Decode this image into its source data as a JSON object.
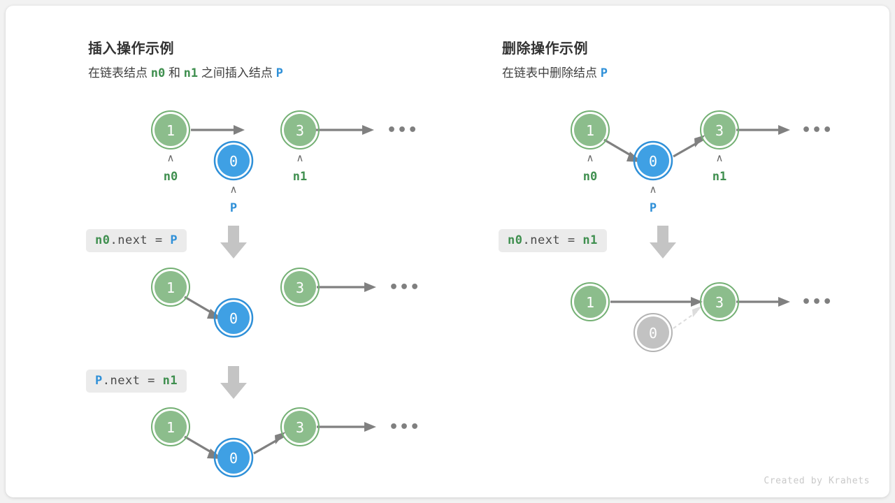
{
  "card": {
    "background": "#ffffff",
    "page_background": "#f2f2f2"
  },
  "colors": {
    "green_fill": "#8cbd8c",
    "green_ring": "#74b074",
    "green_text": "#3f8f4f",
    "blue_fill": "#3fa0e4",
    "blue_ring": "#2f90d8",
    "blue_text": "#2f90d8",
    "gray_fill": "#c2c2c2",
    "gray_ring": "#b4b4b4",
    "arrow": "#808080",
    "chip_bg": "#ebebeb",
    "step_arrow": "#c4c4c4"
  },
  "panels": [
    {
      "id": "insert",
      "title": "插入操作示例",
      "subtitle": {
        "parts": [
          {
            "text": "在链表结点 ",
            "style": "plain"
          },
          {
            "text": "n0",
            "style": "green"
          },
          {
            "text": " 和 ",
            "style": "plain"
          },
          {
            "text": "n1",
            "style": "green"
          },
          {
            "text": " 之间插入结点 ",
            "style": "plain"
          },
          {
            "text": "P",
            "style": "blue"
          }
        ],
        "plain_text": "在链表结点 n0 和 n1 之间插入结点 P"
      },
      "steps": [
        {
          "code_parts": [
            {
              "text": "n0",
              "style": "green"
            },
            {
              "text": ".next = ",
              "style": "plain"
            },
            {
              "text": "P",
              "style": "blue"
            }
          ],
          "code_text": "n0.next = P"
        },
        {
          "code_parts": [
            {
              "text": "P",
              "style": "blue"
            },
            {
              "text": ".next = ",
              "style": "plain"
            },
            {
              "text": "n1",
              "style": "green"
            }
          ],
          "code_text": "P.next = n1"
        }
      ],
      "diagrams": [
        {
          "name": "initial-list",
          "nodes": [
            {
              "value": "1",
              "kind": "green",
              "pointer": "n0",
              "pointer_kind": "green"
            },
            {
              "value": "0",
              "kind": "blue",
              "pointer": "P",
              "pointer_kind": "blue"
            },
            {
              "value": "3",
              "kind": "green",
              "pointer": "n1",
              "pointer_kind": "green"
            }
          ],
          "tail": "•••"
        },
        {
          "name": "after-n0-next-p",
          "nodes": [
            {
              "value": "1",
              "kind": "green"
            },
            {
              "value": "0",
              "kind": "blue"
            },
            {
              "value": "3",
              "kind": "green"
            }
          ],
          "tail": "•••"
        },
        {
          "name": "after-p-next-n1",
          "nodes": [
            {
              "value": "1",
              "kind": "green"
            },
            {
              "value": "0",
              "kind": "blue"
            },
            {
              "value": "3",
              "kind": "green"
            }
          ],
          "tail": "•••"
        }
      ]
    },
    {
      "id": "delete",
      "title": "删除操作示例",
      "subtitle": {
        "parts": [
          {
            "text": "在链表中删除结点 ",
            "style": "plain"
          },
          {
            "text": "P",
            "style": "blue"
          }
        ],
        "plain_text": "在链表中删除结点 P"
      },
      "steps": [
        {
          "code_parts": [
            {
              "text": "n0",
              "style": "green"
            },
            {
              "text": ".next = ",
              "style": "plain"
            },
            {
              "text": "n1",
              "style": "green"
            }
          ],
          "code_text": "n0.next = n1"
        }
      ],
      "diagrams": [
        {
          "name": "initial-list",
          "nodes": [
            {
              "value": "1",
              "kind": "green",
              "pointer": "n0",
              "pointer_kind": "green"
            },
            {
              "value": "0",
              "kind": "blue",
              "pointer": "P",
              "pointer_kind": "blue"
            },
            {
              "value": "3",
              "kind": "green",
              "pointer": "n1",
              "pointer_kind": "green"
            }
          ],
          "tail": "•••"
        },
        {
          "name": "after-delete",
          "nodes": [
            {
              "value": "1",
              "kind": "green"
            },
            {
              "value": "0",
              "kind": "gray"
            },
            {
              "value": "3",
              "kind": "green"
            }
          ],
          "tail": "•••"
        }
      ]
    }
  ],
  "footer": {
    "credit": "Created by Krahets"
  }
}
